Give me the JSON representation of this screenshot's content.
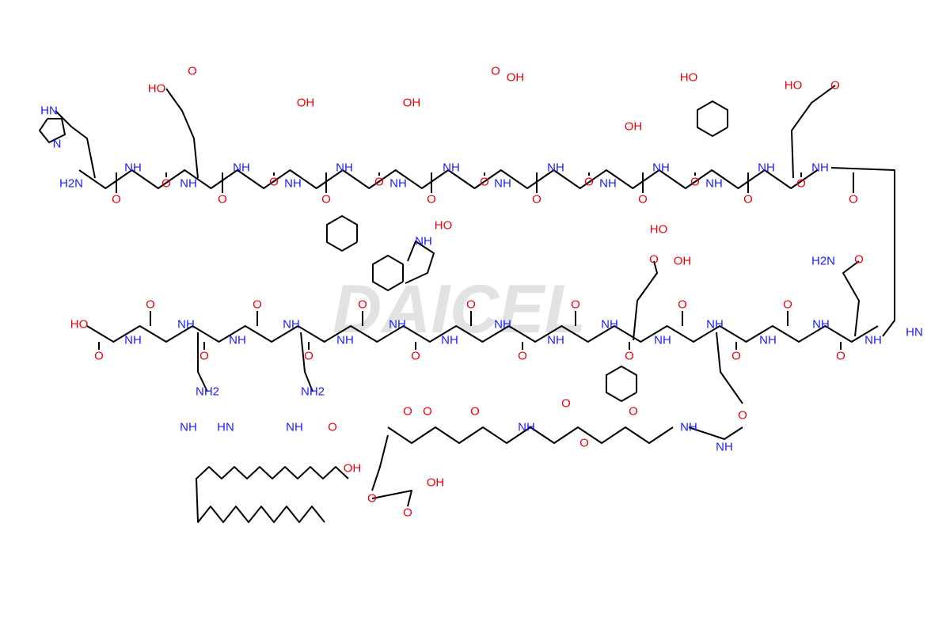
{
  "watermark": "DAICEL",
  "colors": {
    "oxygen": "#e8000b",
    "nitrogen": "#1a1aff",
    "bond": "#000000"
  },
  "atom_labels": [
    "HN",
    "N",
    "H2N",
    "O",
    "NH",
    "O",
    "HO",
    "O",
    "NH",
    "O",
    "NH",
    "O",
    "NH",
    "OH",
    "O",
    "NH",
    "O",
    "NH",
    "OH",
    "O",
    "NH",
    "HO",
    "O",
    "OH",
    "O",
    "NH",
    "O",
    "NH",
    "O",
    "NH",
    "OH",
    "O",
    "NH",
    "HO",
    "O",
    "HO",
    "NH",
    "O",
    "NH",
    "HO",
    "O",
    "O",
    "NH",
    "O",
    "NH",
    "H2N",
    "O",
    "O",
    "OH",
    "HO",
    "O",
    "NH",
    "O",
    "NH",
    "O",
    "NH",
    "O",
    "NH",
    "O",
    "NH",
    "O",
    "NH",
    "O",
    "NH",
    "O",
    "NH",
    "O",
    "NH",
    "O",
    "NH",
    "O",
    "NH",
    "O",
    "NH",
    "O",
    "NH",
    "O",
    "NH",
    "O",
    "NH",
    "HN",
    "NH2",
    "NH",
    "HN",
    "NH2",
    "NH",
    "O",
    "O",
    "NH",
    "O",
    "O",
    "O",
    "NH",
    "O",
    "O",
    "O",
    "NH",
    "OH",
    "O",
    "OH",
    "O"
  ]
}
